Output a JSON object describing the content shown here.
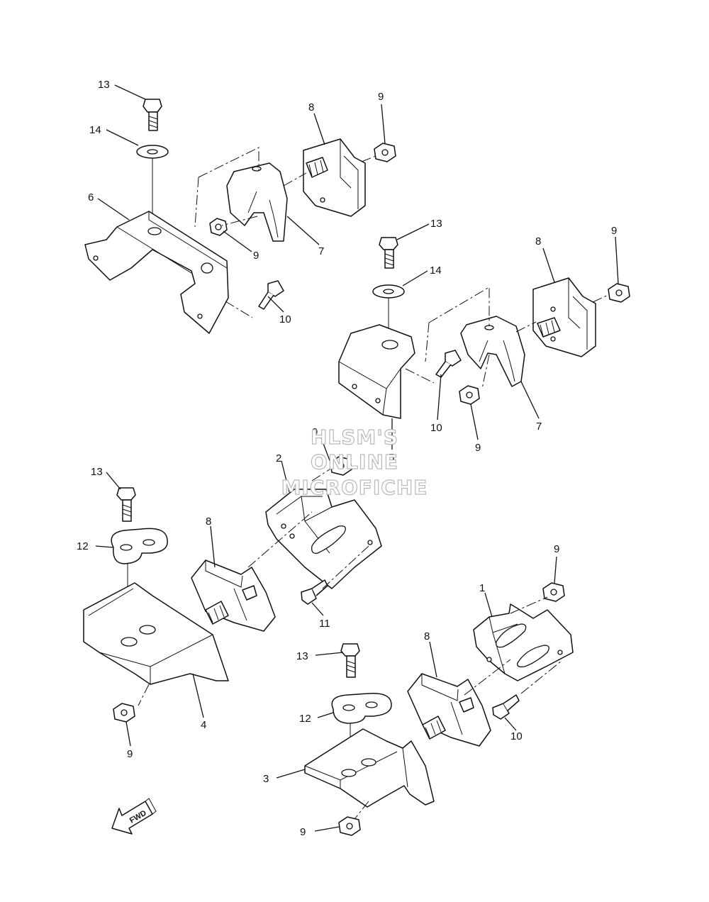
{
  "watermark": {
    "line1": "HLSM'S",
    "line2": "ONLINE",
    "line3": "MICROFICHE"
  },
  "fwd_label": "FWD",
  "callouts": {
    "top_left": {
      "c13": "13",
      "c14": "14",
      "c6": "6",
      "c8": "8",
      "c9a": "9",
      "c9b": "9",
      "c7": "7",
      "c10": "10"
    },
    "top_right": {
      "c13": "13",
      "c14": "14",
      "c8": "8",
      "c9a": "9",
      "c10": "10",
      "c9b": "9",
      "c7": "7",
      "c5": "5"
    },
    "bottom_left": {
      "c13": "13",
      "c12": "12",
      "c8": "8",
      "c2": "2",
      "c9a": "9",
      "c11": "11",
      "c4": "4",
      "c9b": "9"
    },
    "bottom_right": {
      "c1": "1",
      "c9a": "9",
      "c8": "8",
      "c13": "13",
      "c12": "12",
      "c10": "10",
      "c3": "3",
      "c9b": "9"
    }
  }
}
